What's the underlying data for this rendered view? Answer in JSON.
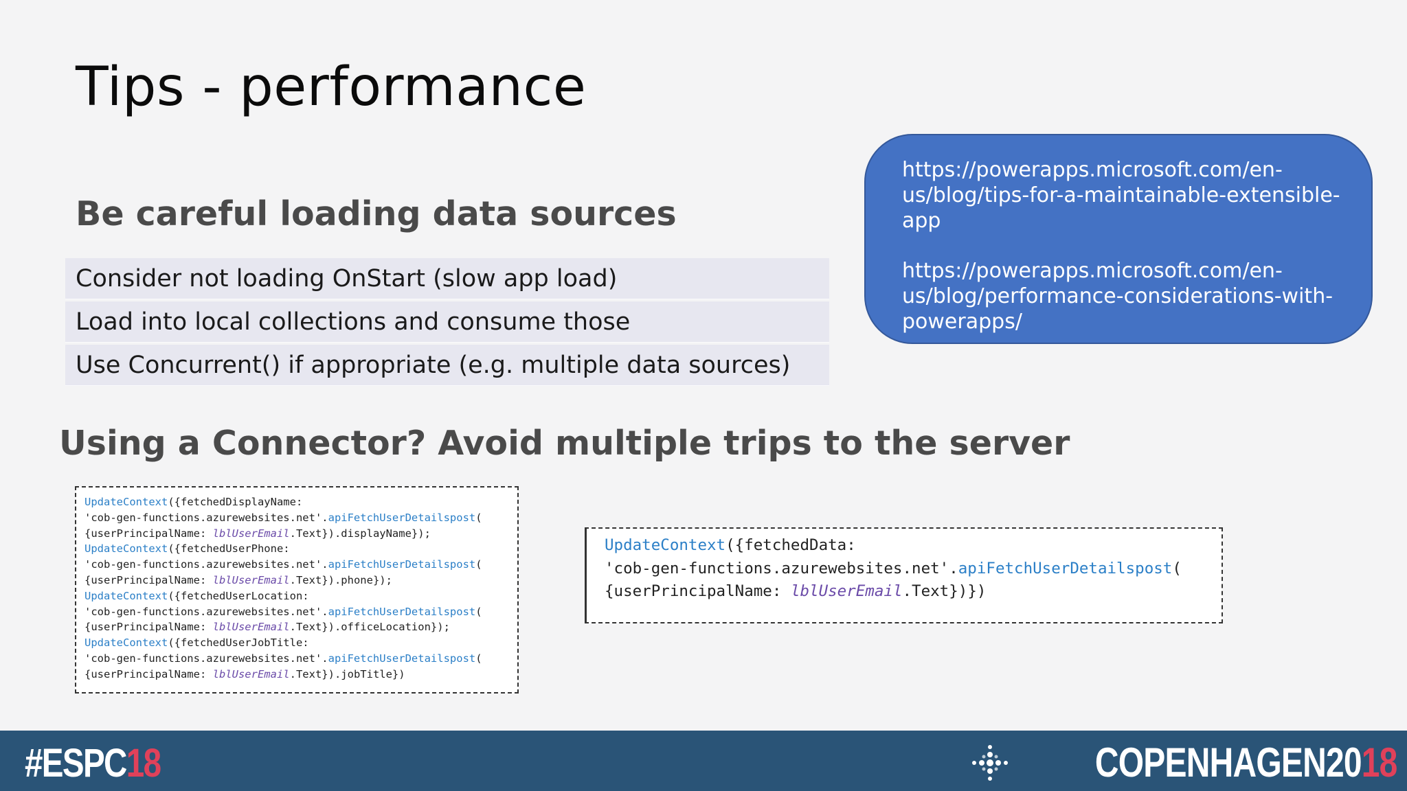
{
  "slide": {
    "title": "Tips - performance",
    "section1_heading": "Be careful loading data sources",
    "tips": [
      "Consider not loading OnStart (slow app load)",
      "Load into local collections and consume those",
      "Use Concurrent() if appropriate (e.g. multiple data sources)"
    ],
    "links": [
      "https://powerapps.microsoft.com/en-us/blog/tips-for-a-maintainable-extensible-app",
      "https://powerapps.microsoft.com/en-us/blog/performance-considerations-with-powerapps/"
    ],
    "section2_heading": "Using a Connector? Avoid multiple trips to the server"
  },
  "code_before": [
    "UpdateContext({fetchedDisplayName:",
    "'cob-gen-functions.azurewebsites.net'.apiFetchUserDetailspost(",
    "{userPrincipalName: lblUserEmail.Text}).displayName});",
    "UpdateContext({fetchedUserPhone:",
    "'cob-gen-functions.azurewebsites.net'.apiFetchUserDetailspost(",
    "{userPrincipalName: lblUserEmail.Text}).phone});",
    "UpdateContext({fetchedUserLocation:",
    "'cob-gen-functions.azurewebsites.net'.apiFetchUserDetailspost(",
    "{userPrincipalName: lblUserEmail.Text}).officeLocation});",
    "UpdateContext({fetchedUserJobTitle:",
    "'cob-gen-functions.azurewebsites.net'.apiFetchUserDetailspost(",
    "{userPrincipalName: lblUserEmail.Text}).jobTitle})"
  ],
  "code_after": [
    "UpdateContext({fetchedData:",
    "'cob-gen-functions.azurewebsites.net'.apiFetchUserDetailspost(",
    "{userPrincipalName: lblUserEmail.Text})})"
  ],
  "footer": {
    "hashtag_prefix": "#ESPC",
    "hashtag_year": "18",
    "city": "COPENHAGEN",
    "city_year_prefix": "20",
    "city_year_suffix": "18",
    "icon": "espc-cross-logo-icon"
  },
  "colors": {
    "background": "#f4f4f5",
    "link_box": "#4472c4",
    "tip_row": "#e7e7f0",
    "footer": "#2a5477",
    "accent": "#e0415a",
    "code_function": "#2b7fc7",
    "code_variable": "#6a4aa8"
  }
}
